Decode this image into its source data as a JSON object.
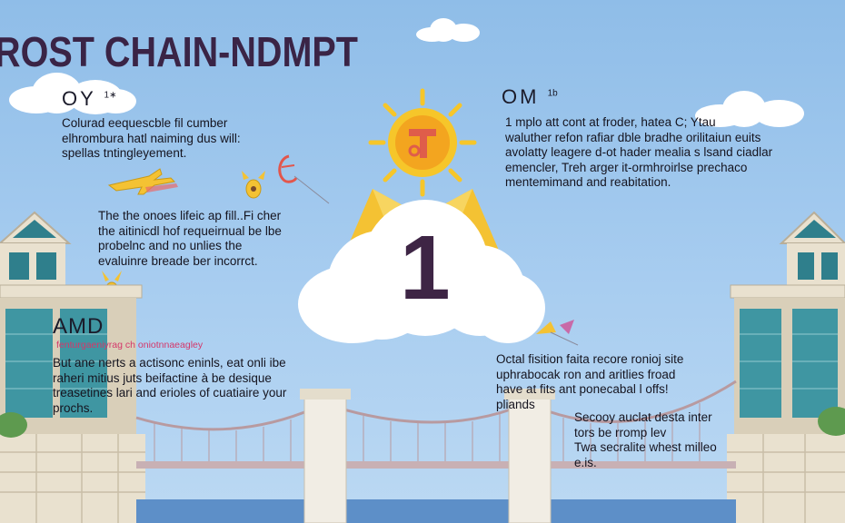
{
  "title": "ROST CHAIN-NDMPT",
  "center_number": "1",
  "left_top": {
    "header": "OY",
    "header_mark": "1∗",
    "lines": [
      "Colurad eequescble fil cumber",
      "elhrombura hatl naiming dus will:",
      "spellas tntingleyement."
    ]
  },
  "left_mid": {
    "lines": [
      "The the onoes lifeic ap fill..Fi cher",
      "the aitinicdl hof requeirnual be lbe",
      "probelnc and no unlies the",
      "evaluinre breade ber incorrct."
    ]
  },
  "left_bottom": {
    "header": "AMD",
    "subheader": "fenturgaeniyrag ch oniotnnaeagley",
    "lines": [
      "But ane nerts a actisonc eninls, eat onli ibe",
      "raheri mitius juts beifactine à be desique",
      "treasetines lari and erioles of cuatiaire your",
      "prochs."
    ]
  },
  "right_top": {
    "header": "OM",
    "header_mark": "1b",
    "lines": [
      "1 mplo att cont at froder, hatea C; Ytau",
      "waluther refon rafiar dble bradhe orilitaiun euits",
      "avolatty leagere d-ot hader mealia s lsand ciadlar",
      "emencler, Treh arger it-ormhroirlse prechaco",
      "mentemimand and reabitation."
    ]
  },
  "right_mid": {
    "lines": [
      "Octal fisition faita recore ronioj site",
      "uphrabocak ron and aritlies froad",
      "have at fits ant ponecabal l offs!",
      "pliands"
    ]
  },
  "right_bottom": {
    "lines": [
      "Secooy auclat desta inter",
      "tors be rromp lev",
      "Twa secralite whest milleo",
      "e.is."
    ]
  },
  "colors": {
    "sky": "#9ec6ee",
    "title": "#3a2446",
    "sun": "#f6c62a",
    "sun_inner": "#f3a51f",
    "gold": "#f4c233",
    "center_number": "#3e2545",
    "accent_pink": "#d4376a",
    "building_teal": "#2f7f8c",
    "building_cream": "#e9e1cf",
    "bridge": "#b89aa0"
  },
  "icons": [
    "sun-icon",
    "cloud-icon",
    "airplane-icon",
    "trophy-icon",
    "kite-icon",
    "medal-icon",
    "bridge-icon",
    "building-icon"
  ]
}
